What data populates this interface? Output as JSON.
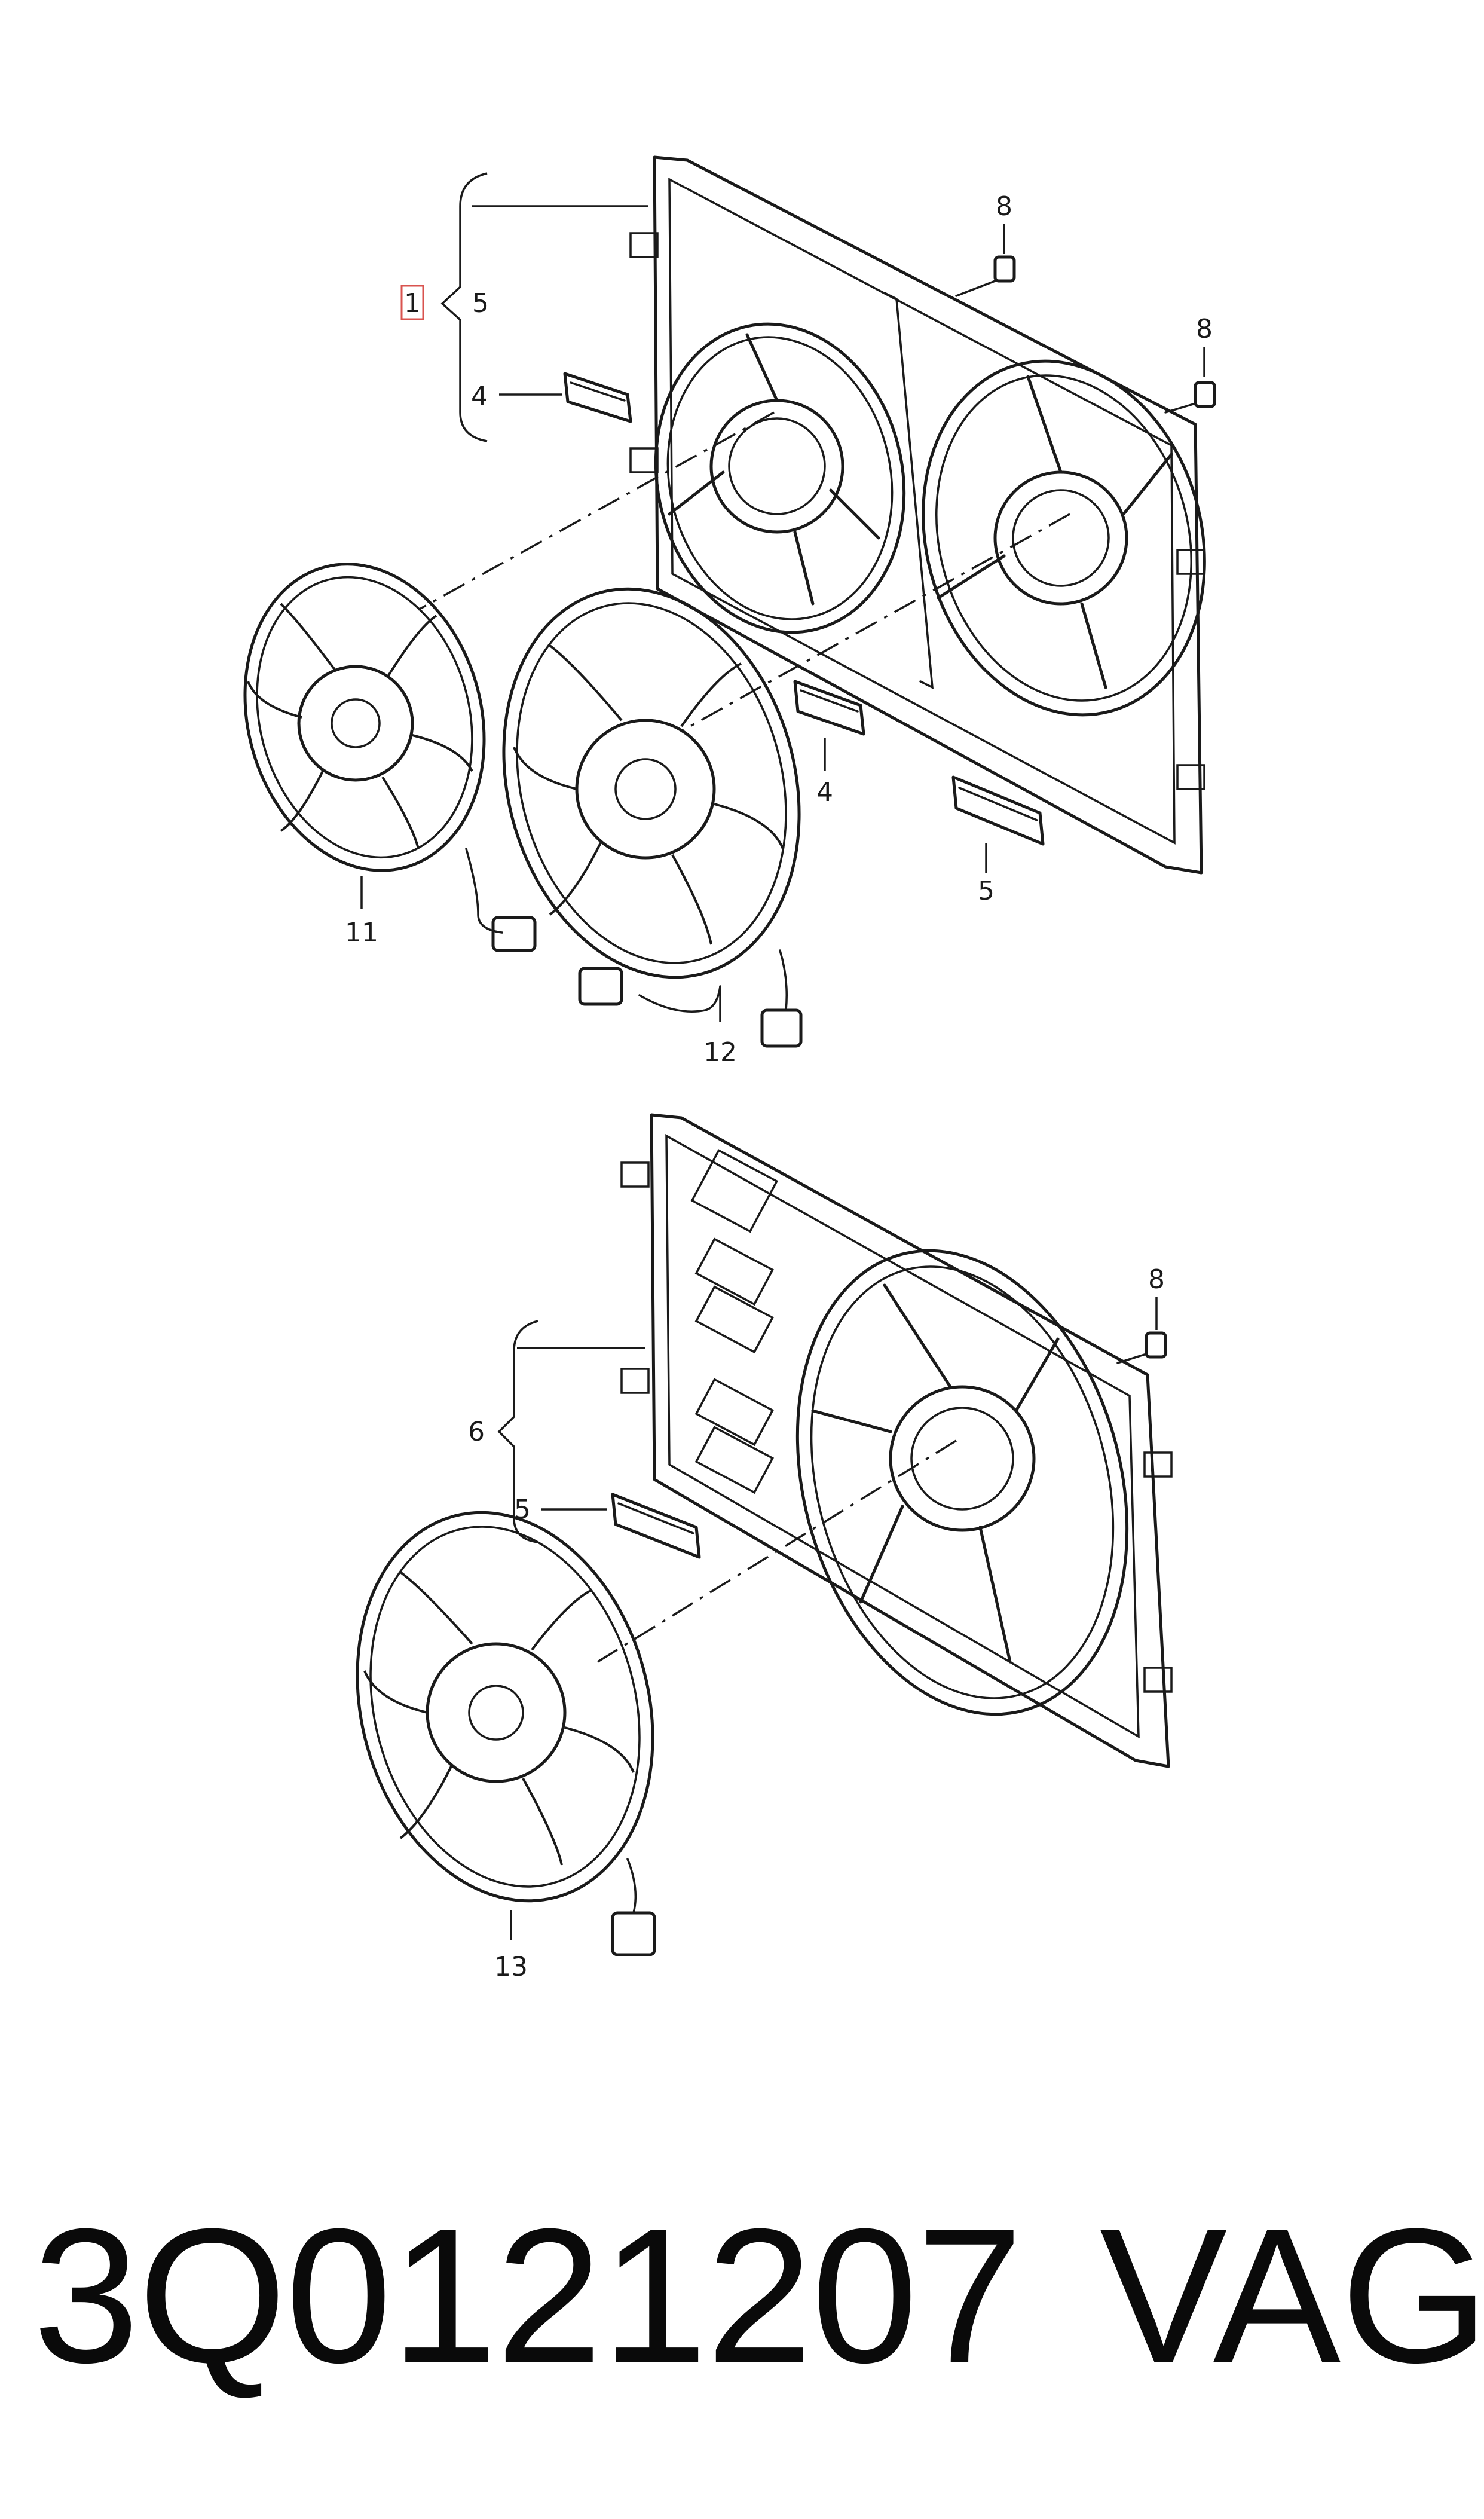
{
  "diagram": {
    "callouts": {
      "c1": "1",
      "c5_top": "5",
      "c4_top": "4",
      "c8_a": "8",
      "c8_b": "8",
      "c4_mid": "4",
      "c5_mid": "5",
      "c11": "11",
      "c12": "12",
      "c8_c": "8",
      "c6": "6",
      "c5_low": "5",
      "c13": "13"
    },
    "colors": {
      "line": "#1a1a1a",
      "highlight": "#d9534f"
    }
  },
  "footer": {
    "part_number": "3Q0121207",
    "brand": "VAG"
  }
}
